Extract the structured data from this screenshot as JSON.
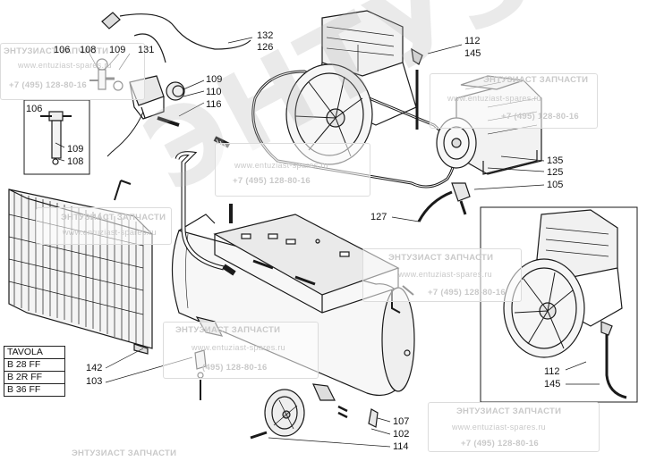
{
  "labels": {
    "l132": "132",
    "l126": "126",
    "l106a": "106",
    "l108a": "108",
    "l109a": "109",
    "l131": "131",
    "l112a": "112",
    "l145a": "145",
    "l109b": "109",
    "l110": "110",
    "l116": "116",
    "l106b": "106",
    "l109c": "109",
    "l108b": "108",
    "l135": "135",
    "l125": "125",
    "l105": "105",
    "l127": "127",
    "l112b": "112",
    "l145b": "145",
    "l142": "142",
    "l103": "103",
    "l107": "107",
    "l102": "102",
    "l114": "114"
  },
  "table": {
    "title": "TAVOLA",
    "rows": [
      "B 28 FF",
      "B 2R FF",
      "B 36 FF"
    ]
  },
  "watermark": {
    "name": "ЭНТУЗИАСТ ЗАПЧАСТИ",
    "url": "www.entuziast-spares.ru",
    "phone": "+7 (495) 128-80-16",
    "phone_short": "(495) 128-80-16",
    "big": "ЭНТУЗИАСТ"
  },
  "colors": {
    "line": "#1a1a1a",
    "watermark": "#c9c9c9"
  }
}
